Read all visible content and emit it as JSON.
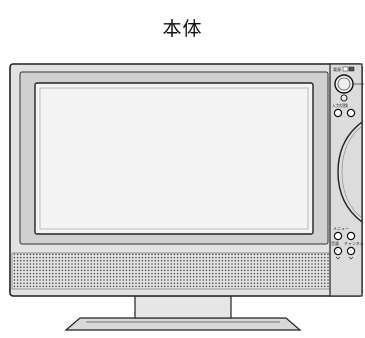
{
  "heading": "本体",
  "panel_labels": {
    "power": "電源",
    "input_mode": "入力切換",
    "menu": "メニュー",
    "volume": "音量",
    "channel": "チャンネル"
  }
}
